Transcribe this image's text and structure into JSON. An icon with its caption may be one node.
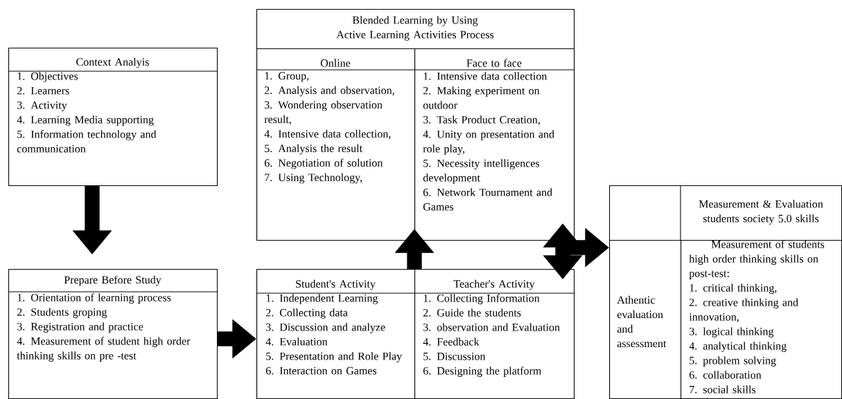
{
  "diagram": {
    "nodes": [
      {
        "text": [
          "Context Analyis",
          "1. Objectives",
          "2. Learners",
          "3. Activity",
          "4. Learning Media supporting",
          "5. Information technology and communication"
        ]
      },
      {
        "text": [
          "Prepare Before Study",
          "1. Orientation of learning process",
          "2. Students groping",
          "3. Registration and practice",
          "4. Measurement of student high order thinking skills on pre -test"
        ]
      },
      {
        "text": [
          "Blended Learning by Using Active Learning Activities Process"
        ]
      },
      {
        "text": [
          "Online",
          "1. Group,",
          "2. Analysis and observation,",
          "3. Wondering observation result,",
          "4. Intensive data collection,",
          "5. Analysis the result",
          "6. Negotiation of solution",
          "7. Using Technology,"
        ],
        "in": 2
      },
      {
        "text": [
          "Face to face",
          "1. Intensive data collection",
          "2. Making experiment on outdoor",
          "3. Task Product Creation,",
          "4. Unity on presentation and role play,",
          "5. Necessity intelligences development",
          "6. Network Tournament and Games"
        ],
        "in": 2
      },
      {
        "text": [],
        "shape": "box"
      },
      {
        "text": [
          "Student's Activity",
          "1. Independent Learning",
          "2. Collecting data",
          "3. Discussion and analyze",
          "4. Evaluation",
          "5. Presentation and Role Play",
          "6. Interaction on Games"
        ],
        "in": 5
      },
      {
        "text": [
          "Teacher's Activity",
          "1. Collecting Information",
          "2. Guide the students",
          "3. observation and Evaluation",
          "4. Feedback",
          "5. Discussion",
          "6. Designing the platform"
        ],
        "in": 5
      },
      {
        "text": [
          "Measurement & Evaluation students society 5.0 skills"
        ]
      },
      {
        "text": [
          "Athentic evaluation and assessment"
        ],
        "in": 8
      },
      {
        "text": [
          "Measurement of students high order thinking skills on post-test:",
          "1. critical thinking,",
          "2. creative thinking and innovation,",
          "3. logical thinking",
          "4. analytical thinking",
          "5. problem solving",
          "6. collaboration",
          "7. social skills"
        ],
        "in": 8
      }
    ],
    "edges": [
      {
        "from": 0,
        "to": 1,
        "arrow": "to"
      },
      {
        "from": 1,
        "to": 6,
        "arrow": "to"
      },
      {
        "from": 5,
        "to": 2,
        "arrow": "to"
      },
      {
        "from": 4,
        "to": 7,
        "arrow": "both"
      },
      {
        "from": 4,
        "to": 9,
        "arrow": "to"
      }
    ]
  }
}
